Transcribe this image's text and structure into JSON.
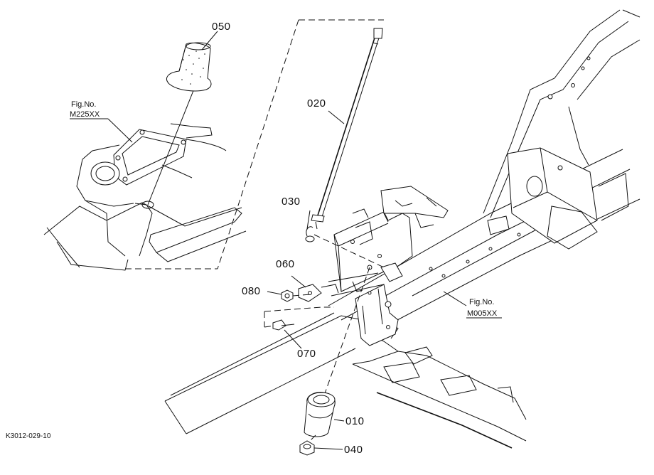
{
  "diagram": {
    "part_labels": {
      "p010": "010",
      "p020": "020",
      "p030": "030",
      "p040": "040",
      "p050": "050",
      "p060": "060",
      "p070": "070",
      "p080": "080"
    },
    "fig_refs": {
      "left": {
        "label": "Fig.No.",
        "number": "M225XX"
      },
      "right": {
        "label": "Fig.No.",
        "number": "M005XX"
      }
    },
    "drawing_code": "K3012-029-10"
  }
}
